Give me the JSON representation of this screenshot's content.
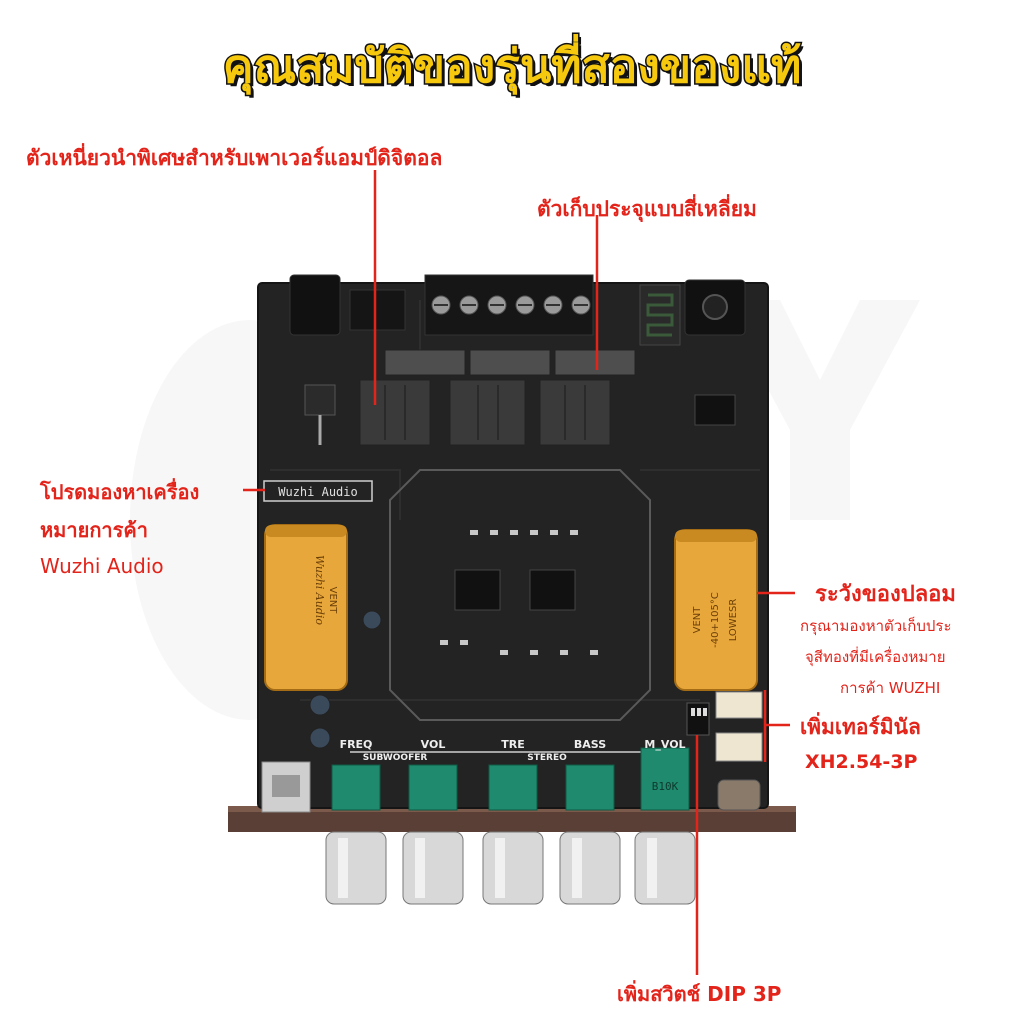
{
  "title": "คุณสมบัติของรุ่นที่สองของแท้",
  "colors": {
    "title_fill": "#f6c90e",
    "title_stroke": "#111111",
    "annotation": "#e3241b",
    "board": "#232323",
    "capacitor": "#e8a73a",
    "knob": "#d8d8d8",
    "pot": "#1f8a6e"
  },
  "annotations": {
    "inductor": "ตัวเหนี่ยวนำพิเศษสำหรับเพาเวอร์แอมป์ดิจิตอล",
    "capacitor": "ตัวเก็บประจุแบบสี่เหลี่ยม",
    "brand_line1": "โปรดมองหาเครื่อง",
    "brand_line2": "หมายการค้า",
    "brand_line3": "Wuzhi Audio",
    "fake_title": "ระวังของปลอม",
    "fake_line1": "กรุณามองหาตัวเก็บประ",
    "fake_line2": "จุสีทองที่มีเครื่องหมาย",
    "fake_line3": "การค้า WUZHI",
    "terminal_line1": "เพิ่มเทอร์มินัล",
    "terminal_line2": "XH2.54-3P",
    "dip": "เพิ่มสวิตช์ DIP 3P"
  },
  "board": {
    "brand_label": "Wuzhi Audio",
    "cap_brand": "Wuzhi Audio",
    "cap_vent": "VENT",
    "cap_temp": "-40+105°C",
    "cap_series": "LOWESR",
    "knob_labels": [
      "FREQ",
      "VOL",
      "TRE",
      "BASS",
      "M_VOL"
    ],
    "group_labels": [
      "SUBWOOFER",
      "STEREO"
    ],
    "pot_value": "B10K"
  }
}
